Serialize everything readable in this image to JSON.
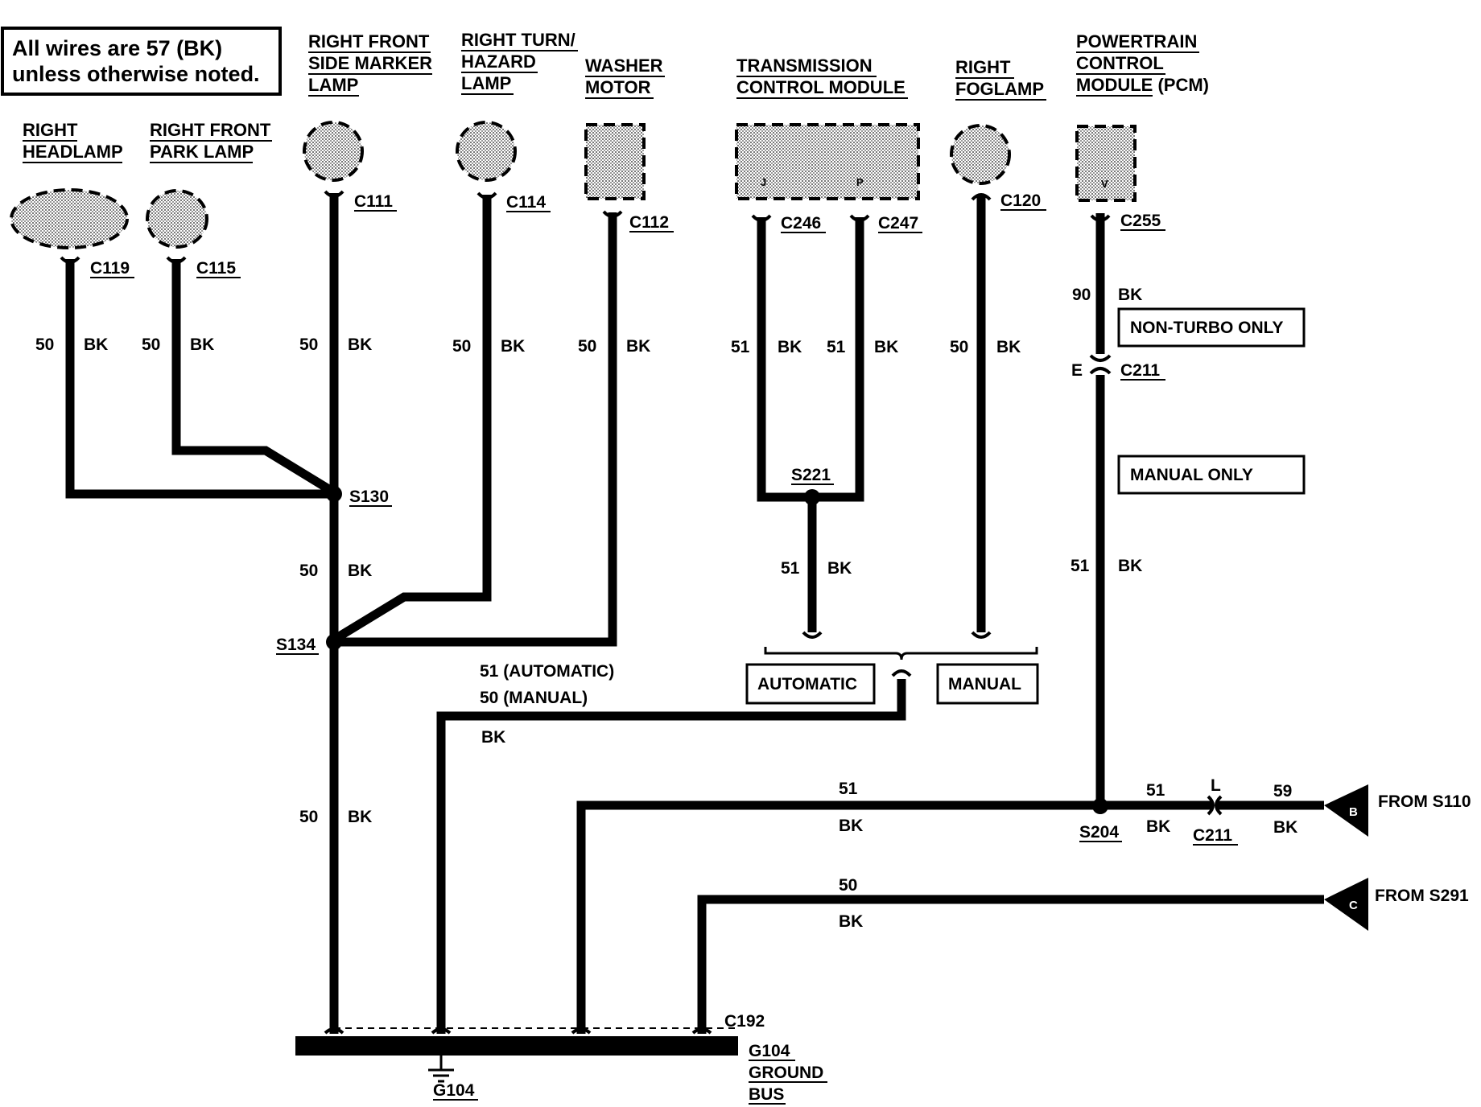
{
  "note": {
    "line1": "All wires are 57 (BK)",
    "line2": "unless otherwise noted."
  },
  "components": {
    "right_headlamp": {
      "line1": "RIGHT",
      "line2": "HEADLAMP"
    },
    "right_front_park_lamp": {
      "line1": "RIGHT FRONT",
      "line2": "PARK LAMP"
    },
    "right_front_side_marker_lamp": {
      "line1": "RIGHT FRONT",
      "line2": "SIDE MARKER",
      "line3": "LAMP"
    },
    "right_turn_hazard_lamp": {
      "line1": "RIGHT TURN/",
      "line2": "HAZARD",
      "line3": "LAMP"
    },
    "washer_motor": {
      "line1": "WASHER",
      "line2": "MOTOR"
    },
    "transmission_control_module": {
      "line1": "TRANSMISSION",
      "line2": "CONTROL MODULE",
      "pin_j": "J",
      "pin_p": "P"
    },
    "right_foglamp": {
      "line1": "RIGHT",
      "line2": "FOGLAMP"
    },
    "pcm": {
      "line1": "POWERTRAIN",
      "line2": "CONTROL",
      "line3": "MODULE (PCM)",
      "pin_v": "V"
    }
  },
  "connectors": {
    "c119": "C119",
    "c115": "C115",
    "c111": "C111",
    "c114": "C114",
    "c112": "C112",
    "c246": "C246",
    "c247": "C247",
    "c120": "C120",
    "c255": "C255",
    "c211_upper": "C211",
    "c211_lower": "C211",
    "c192": "C192",
    "c211_pin_e": "E",
    "c211_pin_l": "L"
  },
  "splices": {
    "s130": "S130",
    "s134": "S134",
    "s221": "S221",
    "s204": "S204"
  },
  "wires": {
    "headlamp": {
      "gauge": "50",
      "color": "BK"
    },
    "park_lamp": {
      "gauge": "50",
      "color": "BK"
    },
    "side_marker": {
      "gauge": "50",
      "color": "BK"
    },
    "turn_hazard": {
      "gauge": "50",
      "color": "BK"
    },
    "washer": {
      "gauge": "50",
      "color": "BK"
    },
    "tcm_j": {
      "gauge": "51",
      "color": "BK"
    },
    "tcm_p": {
      "gauge": "51",
      "color": "BK"
    },
    "foglamp": {
      "gauge": "50",
      "color": "BK"
    },
    "pcm": {
      "gauge": "90",
      "color": "BK"
    },
    "s130_s134": {
      "gauge": "50",
      "color": "BK"
    },
    "s221_down": {
      "gauge": "51",
      "color": "BK"
    },
    "c211_s204": {
      "gauge": "51",
      "color": "BK"
    },
    "s134_ground": {
      "gauge": "50",
      "color": "BK"
    },
    "option": {
      "automatic": "51 (AUTOMATIC)",
      "manual": "50 (MANUAL)",
      "color": "BK"
    },
    "s204_h": {
      "gauge": "51",
      "color": "BK"
    },
    "s204_c211": {
      "gauge": "51",
      "color": "BK"
    },
    "from_s110": {
      "gauge": "59",
      "color": "BK"
    },
    "from_s291": {
      "gauge": "50",
      "color": "BK"
    }
  },
  "notes": {
    "non_turbo_only": "NON-TURBO ONLY",
    "manual_only": "MANUAL ONLY"
  },
  "options": {
    "automatic": "AUTOMATIC",
    "manual": "MANUAL"
  },
  "page_refs": {
    "b": {
      "letter": "B",
      "text": "FROM S110"
    },
    "c": {
      "letter": "C",
      "text": "FROM S291"
    }
  },
  "ground": {
    "g104_bottom": "G104",
    "bus_line1": "G104",
    "bus_line2": "GROUND",
    "bus_line3": "BUS"
  }
}
